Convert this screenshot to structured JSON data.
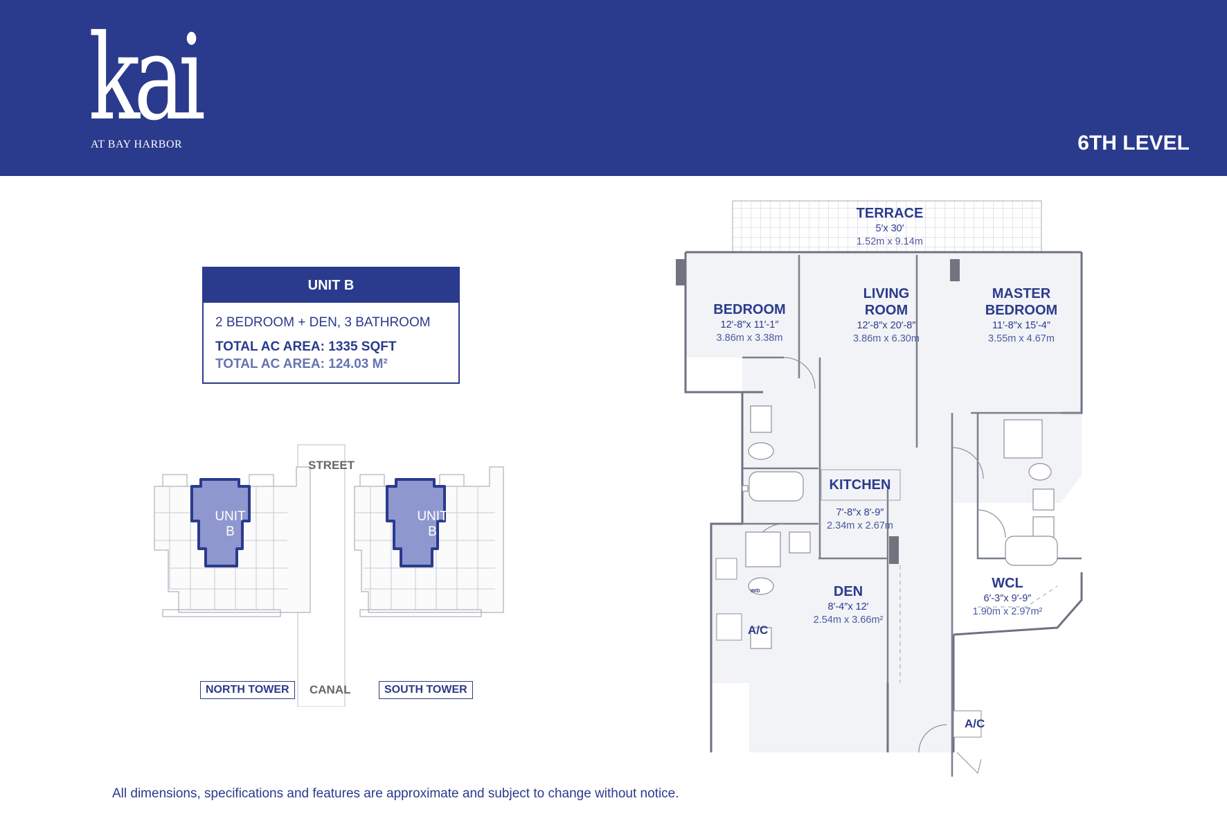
{
  "header": {
    "logo_word": "kai",
    "logo_sub": "AT BAY HARBOR",
    "level": "6TH LEVEL"
  },
  "unit": {
    "title": "UNIT B",
    "config": "2 BEDROOM + DEN, 3 BATHROOM",
    "area_sqft": "TOTAL AC AREA: 1335 SQFT",
    "area_m2": "TOTAL AC AREA: 124.03 M²"
  },
  "site": {
    "street": "STREET",
    "canal": "CANAL",
    "north": "NORTH TOWER",
    "south": "SOUTH TOWER",
    "unit_label": "UNIT",
    "unit_letter": "B"
  },
  "rooms": {
    "terrace": {
      "name": "TERRACE",
      "imperial": "5′x 30′",
      "metric": "1.52m x 9.14m"
    },
    "bedroom": {
      "name": "BEDROOM",
      "imperial": "12′-8″x 11′-1″",
      "metric": "3.86m x 3.38m"
    },
    "living": {
      "name1": "LIVING",
      "name2": "ROOM",
      "imperial": "12′-8″x 20′-8″",
      "metric": "3.86m x 6.30m"
    },
    "master": {
      "name1": "MASTER",
      "name2": "BEDROOM",
      "imperial": "11′-8″x 15′-4″",
      "metric": "3.55m x 4.67m"
    },
    "kitchen": {
      "name": "KITCHEN",
      "imperial": "7′-8″x 8′-9″",
      "metric": "2.34m x 2.67m"
    },
    "den": {
      "name": "DEN",
      "imperial": "8′-4″x 12′",
      "metric": "2.54m x 3.66m²"
    },
    "wcl": {
      "name": "WCL",
      "imperial": "6′-3″x 9′-9″",
      "metric": "1.90m x 2.97m²"
    },
    "ac1": "A/C",
    "ac2": "A/C",
    "wd": "W/D"
  },
  "disclaimer": "All dimensions, specifications and features are approximate and subject to change without notice."
}
